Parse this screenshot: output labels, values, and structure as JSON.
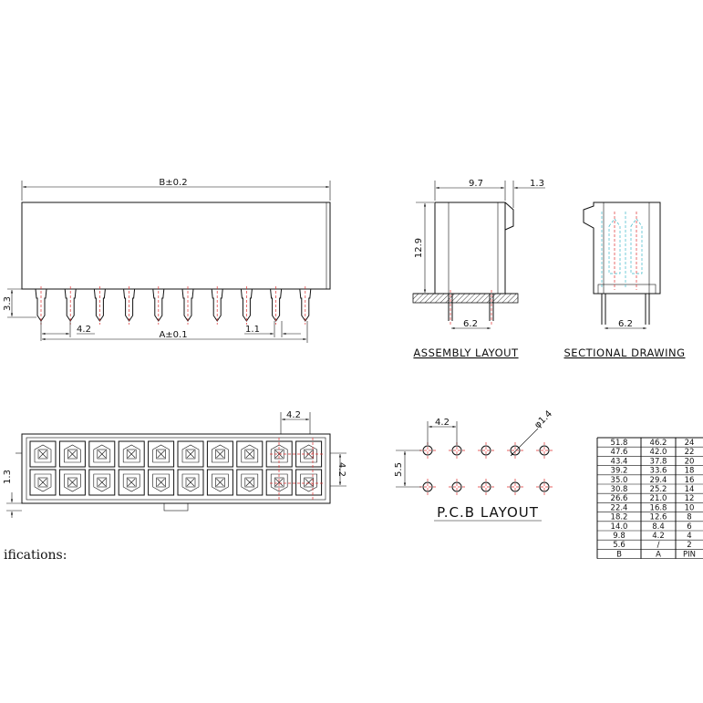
{
  "front_view": {
    "dim_b": "B±0.2",
    "dim_a": "A±0.1",
    "dim_pitch": "4.2",
    "dim_tail": "1.1",
    "dim_height": "3.3"
  },
  "assembly": {
    "dim_width": "9.7",
    "dim_lip": "1.3",
    "dim_height": "12.9",
    "dim_pin": "6.2",
    "caption": "ASSEMBLY LAYOUT"
  },
  "sectional": {
    "dim_pin": "6.2",
    "caption": "SECTIONAL DRAWING"
  },
  "bottom_view": {
    "dim_pitch_top": "4.2",
    "dim_pitch_side": "4.2",
    "dim_offset": "1.3"
  },
  "pcb": {
    "dim_pitch": "4.2",
    "dim_row": "5.5",
    "dim_hole": "φ1.4",
    "title": "P.C.B LAYOUT"
  },
  "spec_text": "ifications:",
  "table": {
    "rows": [
      [
        "51.8",
        "46.2",
        "24"
      ],
      [
        "47.6",
        "42.0",
        "22"
      ],
      [
        "43.4",
        "37.8",
        "20"
      ],
      [
        "39.2",
        "33.6",
        "18"
      ],
      [
        "35.0",
        "29.4",
        "16"
      ],
      [
        "30.8",
        "25.2",
        "14"
      ],
      [
        "26.6",
        "21.0",
        "12"
      ],
      [
        "22.4",
        "16.8",
        "10"
      ],
      [
        "18.2",
        "12.6",
        "8"
      ],
      [
        "14.0",
        "8.4",
        "6"
      ],
      [
        "9.8",
        "4.2",
        "4"
      ],
      [
        "5.6",
        "/",
        "2"
      ]
    ],
    "headers": [
      "B",
      "A",
      "PIN"
    ]
  }
}
